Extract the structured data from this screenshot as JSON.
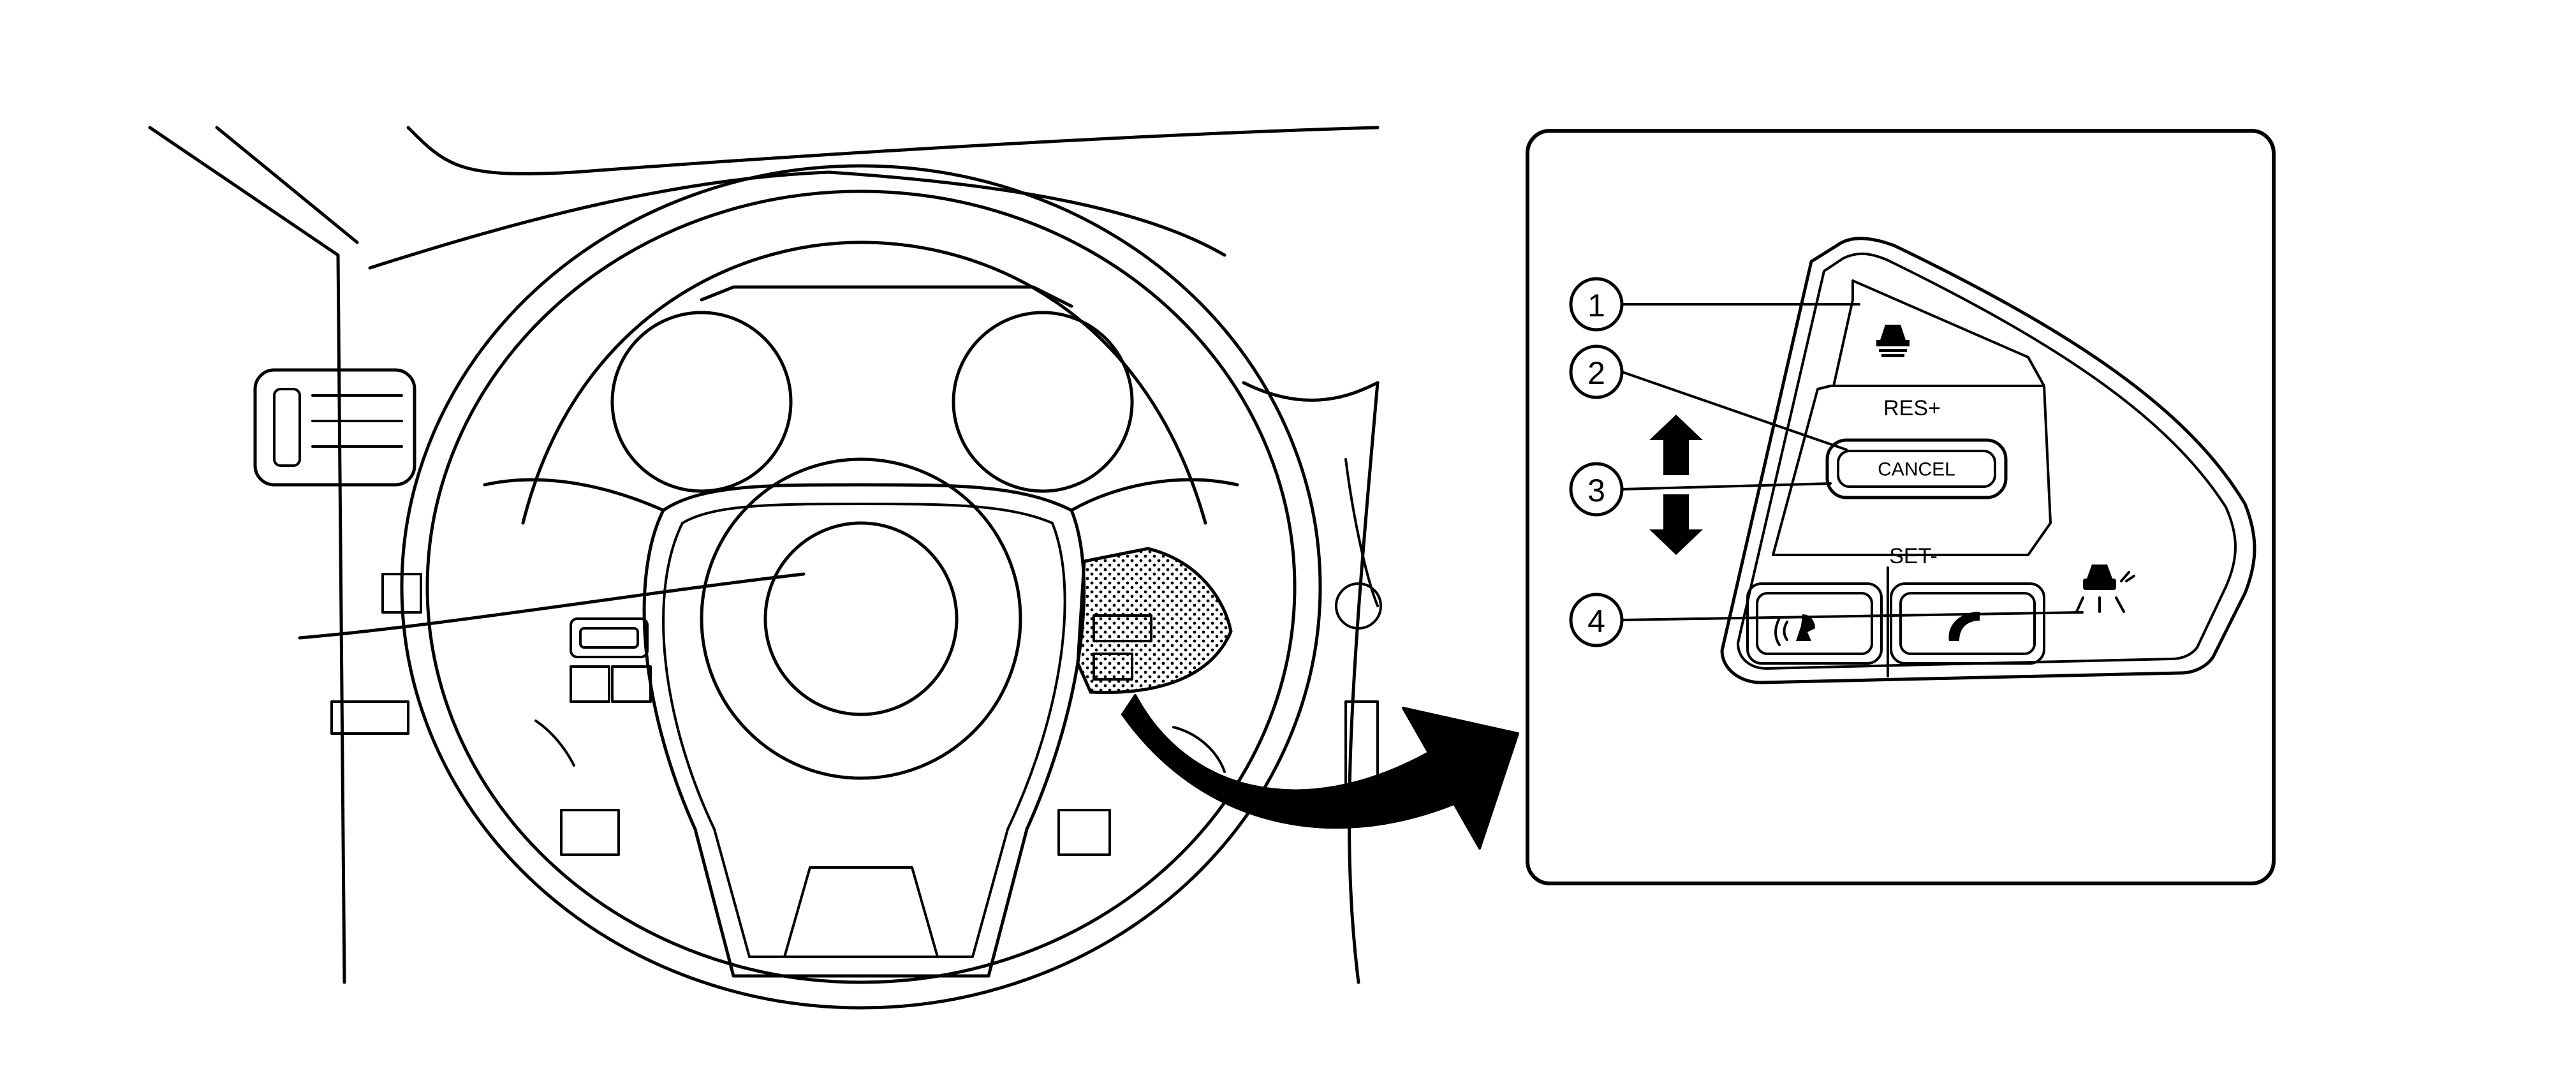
{
  "callouts": [
    {
      "num": "1"
    },
    {
      "num": "2"
    },
    {
      "num": "3"
    },
    {
      "num": "4"
    }
  ],
  "controls": {
    "res_label": "RES+",
    "cancel_label": "CANCEL",
    "set_label": "SET-"
  },
  "icons": {
    "distance_button": "vehicle-distance-icon",
    "propilot_button": "propilot-assist-icon",
    "voice_button": "voice-recognition-icon",
    "phone_button": "phone-icon",
    "toggle_indicator": "up-down-arrows-icon",
    "zoom_arrow": "curved-arrow-icon"
  },
  "colors": {
    "stroke": "#000000",
    "background": "#ffffff"
  }
}
